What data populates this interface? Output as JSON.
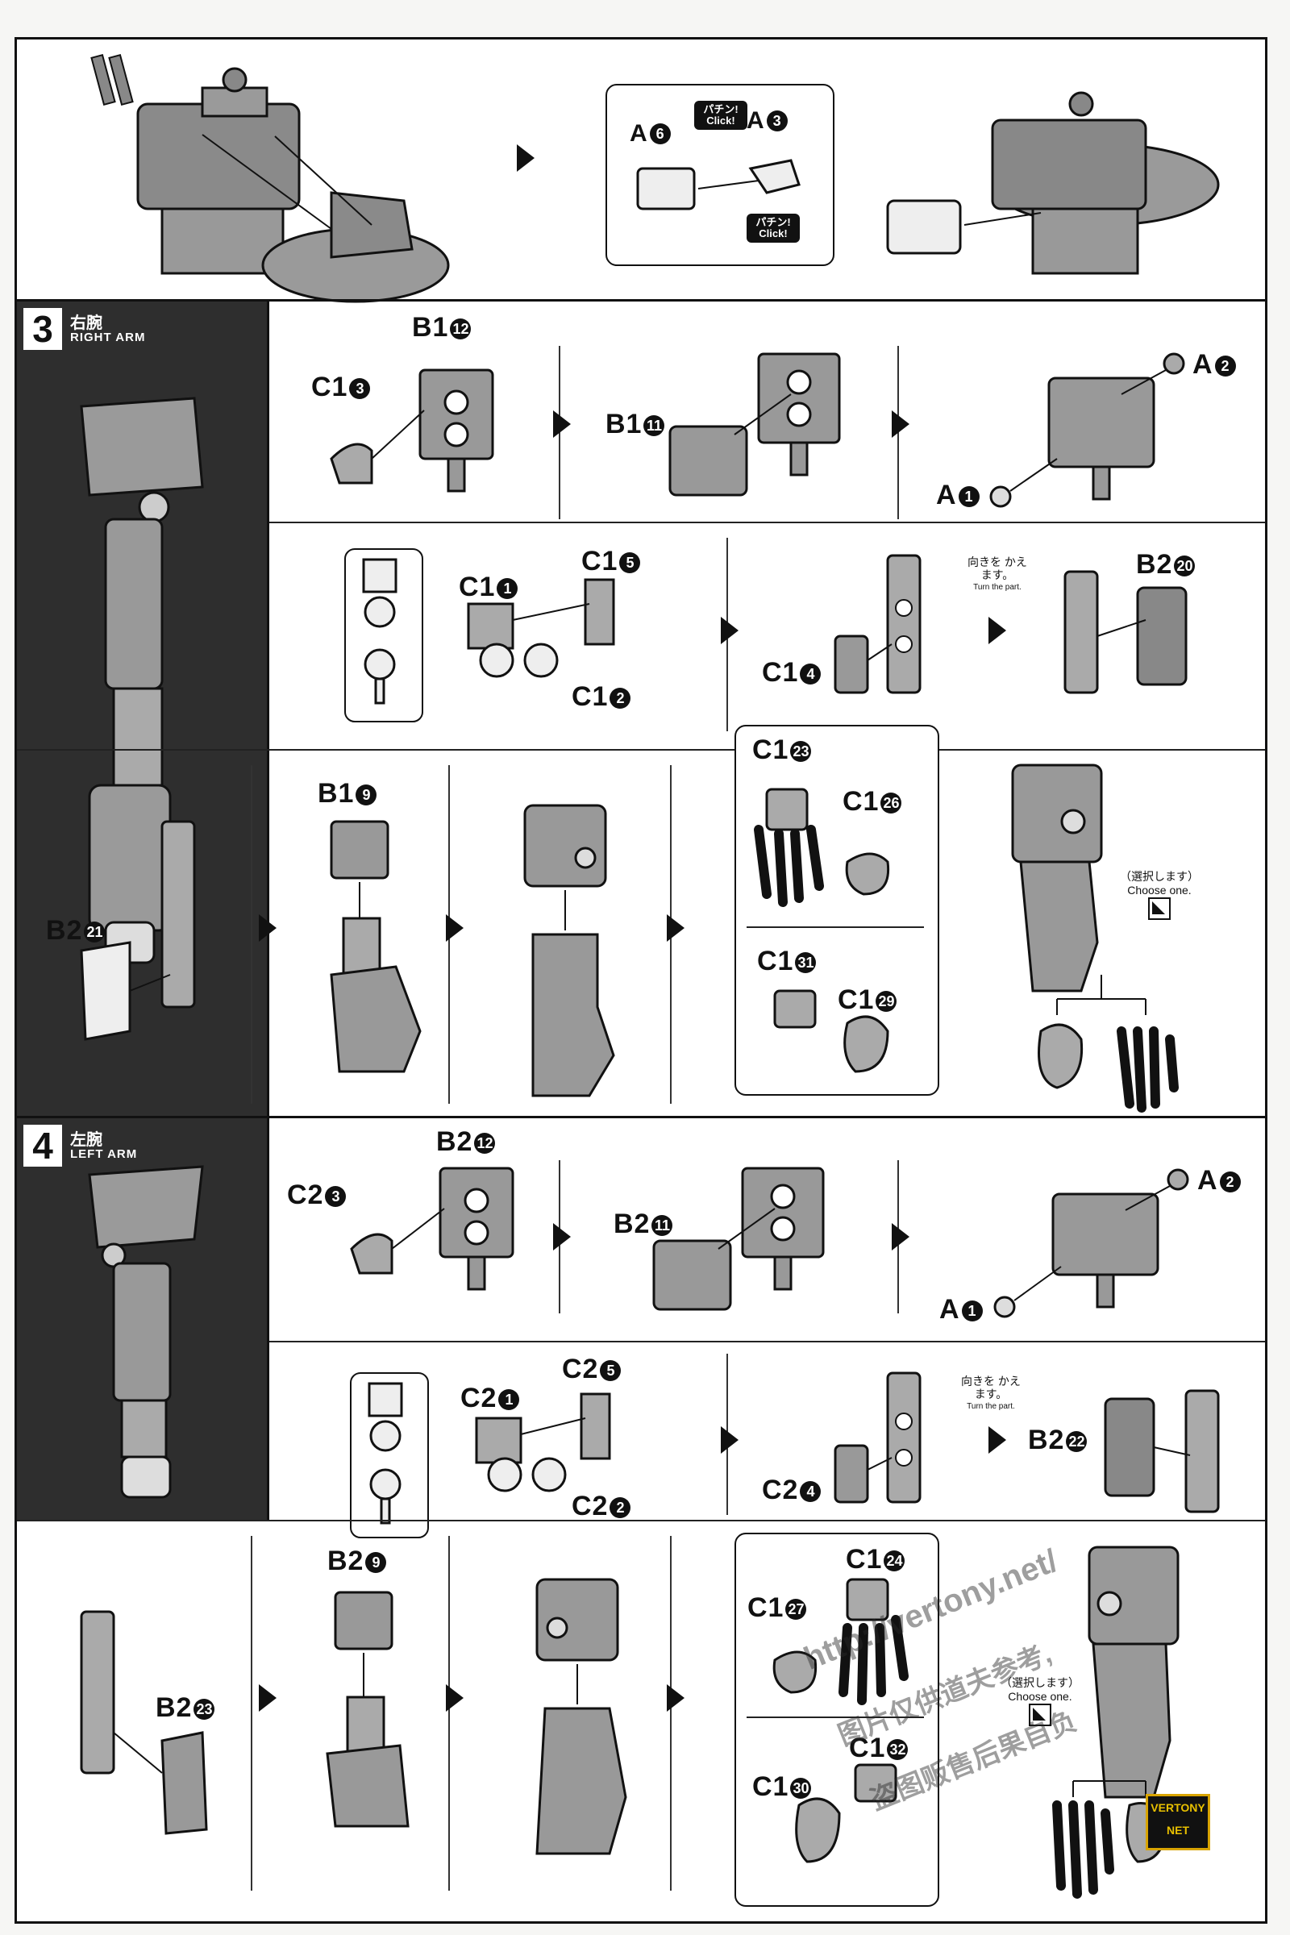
{
  "top_panel": {
    "labels": {
      "a6": {
        "part": "A",
        "num": "6"
      },
      "a3": {
        "part": "A",
        "num": "3"
      }
    },
    "click_bubble_1": "パチン! Click!",
    "click_bubble_2": "パチン! Click!"
  },
  "step3": {
    "number": "3",
    "title_jp": "右腕",
    "title_en": "RIGHT ARM",
    "row1": {
      "b1_12": {
        "part": "B1",
        "num": "12"
      },
      "c1_3": {
        "part": "C1",
        "num": "3"
      },
      "b1_11": {
        "part": "B1",
        "num": "11"
      },
      "a2": {
        "part": "A",
        "num": "2"
      },
      "a1": {
        "part": "A",
        "num": "1"
      }
    },
    "row2": {
      "c1_1": {
        "part": "C1",
        "num": "1"
      },
      "c1_5": {
        "part": "C1",
        "num": "5"
      },
      "c1_2": {
        "part": "C1",
        "num": "2"
      },
      "c1_4": {
        "part": "C1",
        "num": "4"
      },
      "turn_jp": "向きを かえます。",
      "turn_en": "Turn the part.",
      "b2_20": {
        "part": "B2",
        "num": "20"
      }
    },
    "row3": {
      "b2_21": {
        "part": "B2",
        "num": "21"
      },
      "b1_9": {
        "part": "B1",
        "num": "9"
      },
      "c1_23": {
        "part": "C1",
        "num": "23"
      },
      "c1_26": {
        "part": "C1",
        "num": "26"
      },
      "c1_31": {
        "part": "C1",
        "num": "31"
      },
      "c1_29": {
        "part": "C1",
        "num": "29"
      },
      "choose_jp": "（選択します）",
      "choose_en": "Choose one."
    }
  },
  "step4": {
    "number": "4",
    "title_jp": "左腕",
    "title_en": "LEFT ARM",
    "row1": {
      "b2_12": {
        "part": "B2",
        "num": "12"
      },
      "c2_3": {
        "part": "C2",
        "num": "3"
      },
      "b2_11": {
        "part": "B2",
        "num": "11"
      },
      "a2": {
        "part": "A",
        "num": "2"
      },
      "a1": {
        "part": "A",
        "num": "1"
      }
    },
    "row2": {
      "c2_1": {
        "part": "C2",
        "num": "1"
      },
      "c2_5": {
        "part": "C2",
        "num": "5"
      },
      "c2_2": {
        "part": "C2",
        "num": "2"
      },
      "c2_4": {
        "part": "C2",
        "num": "4"
      },
      "turn_jp": "向きを かえます。",
      "turn_en": "Turn the part.",
      "b2_22": {
        "part": "B2",
        "num": "22"
      }
    },
    "row3": {
      "b2_23": {
        "part": "B2",
        "num": "23"
      },
      "b2_9": {
        "part": "B2",
        "num": "9"
      },
      "c1_24": {
        "part": "C1",
        "num": "24"
      },
      "c1_27": {
        "part": "C1",
        "num": "27"
      },
      "c1_32": {
        "part": "C1",
        "num": "32"
      },
      "c1_30": {
        "part": "C1",
        "num": "30"
      },
      "choose_jp": "（選択します）",
      "choose_en": "Choose one."
    }
  },
  "watermark": {
    "url": "http://vertony.net/",
    "cn_line1": "图片仅供道夫参考,",
    "cn_line2": "盗图贩售后果自负",
    "badge_line1": "VERTONY",
    "badge_line2": "NET"
  }
}
